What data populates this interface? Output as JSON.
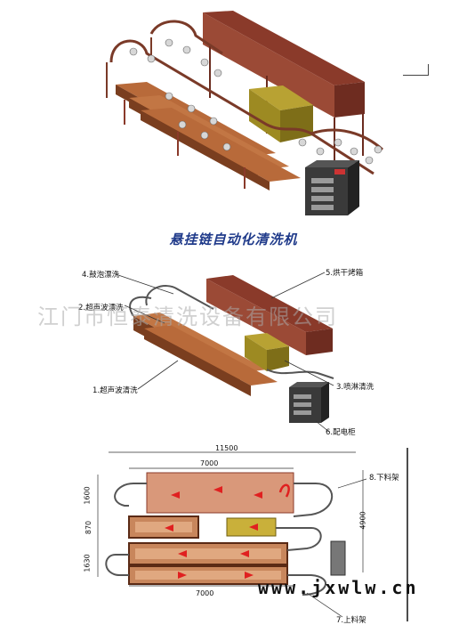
{
  "caption": "悬挂链自动化清洗机",
  "watermark": "江门市恒泰清洗设备有限公司",
  "labels": {
    "l1": "1.超声波清洗",
    "l2": "2.超声波漂洗",
    "l3": "3.喷淋清洗",
    "l4": "4.鼓泡漂洗",
    "l5": "5.烘干烤箱",
    "l6": "6.配电柜",
    "l7": "7.上料架",
    "l8": "8.下料架"
  },
  "dims": {
    "total_width": "11500",
    "top_width": "7000",
    "bottom_width": "7000",
    "left_top": "1600",
    "left_mid": "870",
    "left_bottom": "1630",
    "right_height": "4900"
  },
  "site": "www.jxwlw.cn"
}
